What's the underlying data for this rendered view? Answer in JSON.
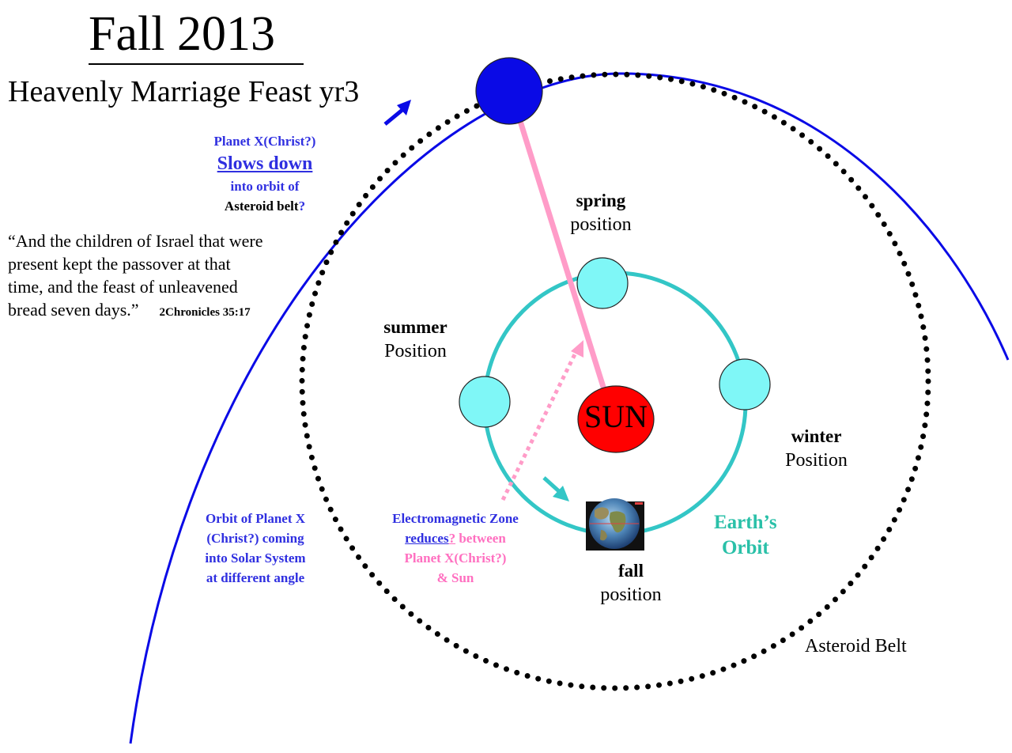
{
  "title": "Fall 2013",
  "subtitle": "Heavenly Marriage Feast yr3",
  "quote": {
    "text": "“And the children of Israel that were present kept the passover at that time, and the feast of unleavened bread seven days.”",
    "reference": "2Chronicles 35:17"
  },
  "planet_x_note": {
    "line1": "Planet X(Christ?)",
    "line2": "Slows down",
    "line3": "into orbit of",
    "line4": "Asteroid belt",
    "line4_mark": "?"
  },
  "orbit_note": {
    "line1": "Orbit of Planet X",
    "line2": "(Christ?) coming",
    "line3": "into Solar System",
    "line4": "at different angle"
  },
  "em_zone_note": {
    "line1": "Electromagnetic Zone",
    "line2a": "reduces",
    "line2b": "?",
    "line2c": " between",
    "line3": "Planet X(Christ?)",
    "line4": "& Sun"
  },
  "seasons": {
    "spring": {
      "name": "spring",
      "position": "position"
    },
    "summer": {
      "name": "summer",
      "position": "Position"
    },
    "winter": {
      "name": "winter",
      "position": "Position"
    },
    "fall": {
      "name": "fall",
      "position": "position"
    }
  },
  "sun_label": "SUN",
  "earth_orbit_label": {
    "line1": "Earth’s",
    "line2": "Orbit"
  },
  "asteroid_belt_label": "Asteroid Belt",
  "colors": {
    "planet_x": "#0a0ae6",
    "planet_x_orbit": "#0a0ae6",
    "sun": "#ff0000",
    "earth_orbit": "#33c6c6",
    "earth_positions": "#7ff7f7",
    "pink_beam": "#ff9cc8",
    "note_blue": "#2f2fe0",
    "note_pink": "#ff6fc0",
    "label_teal": "#2ac0a8",
    "asteroid_dots": "#000000"
  },
  "icons": [
    "planet-x-icon",
    "sun-icon",
    "earth-globe-icon",
    "direction-arrow-icon"
  ]
}
